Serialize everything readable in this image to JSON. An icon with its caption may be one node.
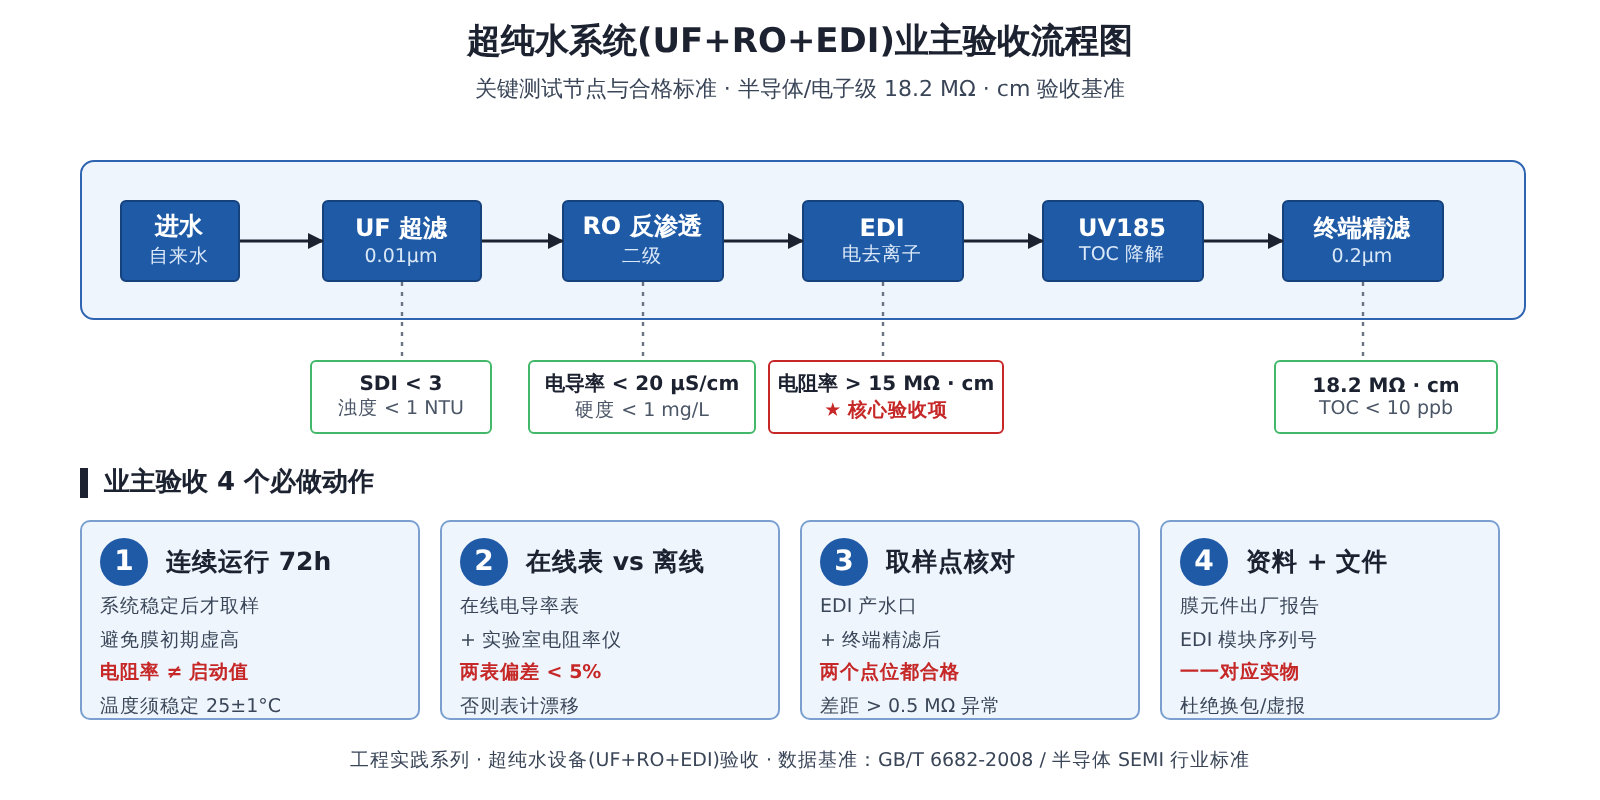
{
  "diagram": {
    "title": "超纯水系统(UF+RO+EDI)业主验收流程图",
    "caption": "工程实践系列 · 超纯水设备(UF+RO+EDI)验收 · 数据基准：GB/T 6682-2008 / 半导体 SEMI 行业标准",
    "nodes": [
      {
        "text": [],
        "shape": "box"
      },
      {
        "text": [
          "进水",
          "自来水"
        ],
        "in": 0
      },
      {
        "text": [
          "UF 超滤",
          "0.01μm"
        ],
        "in": 0
      },
      {
        "text": [
          "RO 反渗透",
          "二级"
        ],
        "in": 0
      },
      {
        "text": [
          "EDI",
          "电去离子"
        ],
        "in": 0
      },
      {
        "text": [
          "UV185",
          "TOC 降解"
        ],
        "in": 0
      },
      {
        "text": [
          "终端精滤",
          "0.2μm"
        ],
        "in": 0
      },
      {
        "text": [
          "SDI < 3",
          "浊度 < 1 NTU"
        ]
      },
      {
        "text": [
          "电导率 < 20 μS/cm",
          "硬度 < 1 mg/L"
        ]
      },
      {
        "text": [
          "电阻率 > 15 MΩ · cm",
          "★ 核心验收项"
        ]
      },
      {
        "text": [
          "18.2 MΩ · cm",
          "TOC < 10 ppb"
        ]
      },
      {
        "text": [
          "1",
          "连续运行 72h",
          "系统稳定后才取样",
          "避免膜初期虚高",
          "电阻率 ≠ 启动值",
          "温度须稳定 25±1°C"
        ]
      },
      {
        "text": [
          "2",
          "在线表 vs 离线",
          "在线电导率表",
          "+ 实验室电阻率仪",
          "两表偏差 < 5%",
          "否则表计漂移"
        ]
      },
      {
        "text": [
          "3",
          "取样点核对",
          "EDI 产水口",
          "+ 终端精滤后",
          "两个点位都合格",
          "差距 > 0.5 MΩ 异常"
        ]
      },
      {
        "text": [
          "4",
          "资料 + 文件",
          "膜元件出厂报告",
          "EDI 模块序列号",
          "一一对应实物",
          "杜绝换包/虚报"
        ]
      }
    ],
    "edges": [
      {
        "from": 1,
        "to": 2,
        "arrow": "to"
      },
      {
        "from": 2,
        "to": 3,
        "arrow": "to"
      },
      {
        "from": 3,
        "to": 4,
        "arrow": "to"
      },
      {
        "from": 4,
        "to": 5,
        "arrow": "to"
      },
      {
        "from": 5,
        "to": 6,
        "arrow": "to"
      },
      {
        "from": 2,
        "to": 7,
        "arrow": "none",
        "style": "dashed"
      },
      {
        "from": 3,
        "to": 8,
        "arrow": "none",
        "style": "dashed"
      },
      {
        "from": 4,
        "to": 9,
        "arrow": "none",
        "style": "dashed"
      },
      {
        "from": 6,
        "to": 10,
        "arrow": "none",
        "style": "dashed"
      }
    ],
    "labels": [
      "关键测试节点与合格标准 · 半导体/电子级 18.2 MΩ · cm 验收基准",
      "业主验收 4 个必做动作"
    ]
  }
}
